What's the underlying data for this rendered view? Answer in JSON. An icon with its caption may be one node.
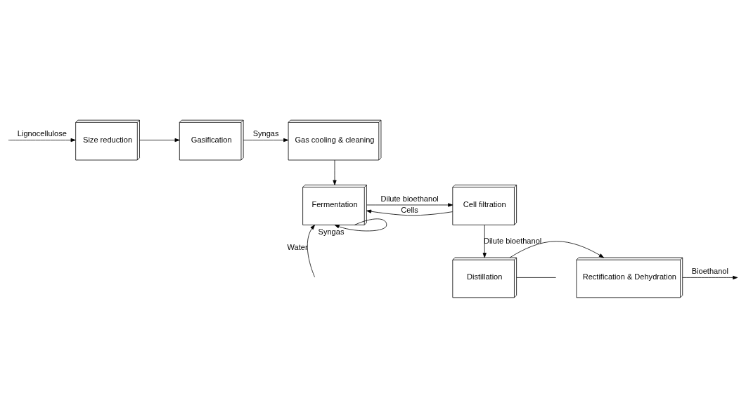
{
  "diagram": {
    "nodes": [
      {
        "text": [
          "Size reduction"
        ]
      },
      {
        "text": [
          "Gasification"
        ]
      },
      {
        "text": [
          "Gas cooling & cleaning"
        ]
      },
      {
        "text": [
          "Fermentation"
        ]
      },
      {
        "text": [
          "Cell filtration"
        ]
      },
      {
        "text": [
          "Distillation"
        ]
      },
      {
        "text": [
          "Rectification & Dehydration"
        ]
      }
    ],
    "edges": [
      {
        "from": null,
        "to": 0,
        "arrow": "to",
        "label": "Lignocellulose"
      },
      {
        "from": 0,
        "to": 1,
        "arrow": "to"
      },
      {
        "from": 1,
        "to": 2,
        "arrow": "to",
        "label": "Syngas"
      },
      {
        "from": 2,
        "to": 3,
        "arrow": "to"
      },
      {
        "from": 3,
        "to": 4,
        "arrow": "to",
        "label": "Dilute bioethanol"
      },
      {
        "from": 3,
        "to": 3,
        "arrow": "to",
        "label": "Syngas"
      },
      {
        "from": 4,
        "to": 3,
        "arrow": "to",
        "label": "Cells"
      },
      {
        "from": null,
        "to": 3,
        "arrow": "to",
        "label": "Water"
      },
      {
        "from": 4,
        "to": 5,
        "arrow": "to",
        "label": "Dilute bioethanol"
      },
      {
        "from": 5,
        "to": 6,
        "arrow": "to"
      },
      {
        "from": 6,
        "to": null,
        "arrow": "to",
        "label": "Bioethanol"
      },
      {
        "from": 5,
        "to": null,
        "arrow": "none"
      }
    ]
  }
}
